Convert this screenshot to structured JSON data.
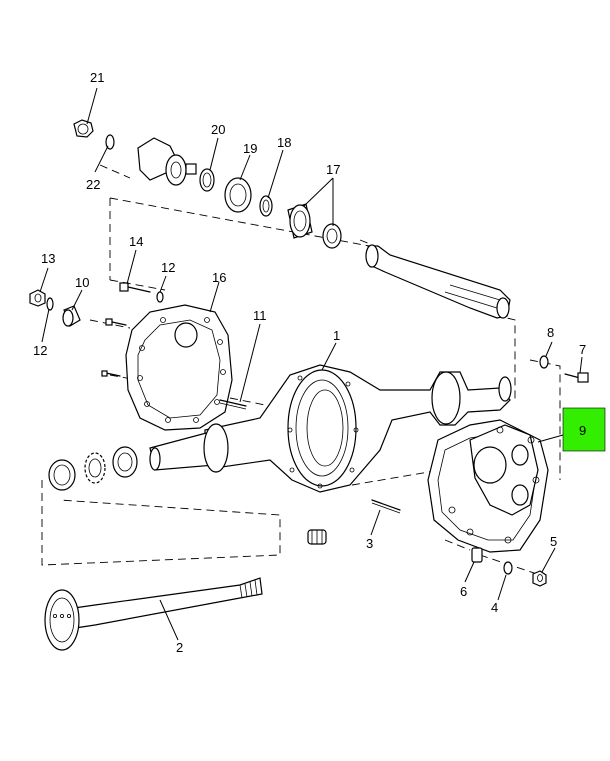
{
  "highlight_color": "#33ee00",
  "callouts": {
    "c1": "1",
    "c2": "2",
    "c3": "3",
    "c4": "4",
    "c5": "5",
    "c6": "6",
    "c7": "7",
    "c8": "8",
    "c9": "9",
    "c10": "10",
    "c11": "11",
    "c12a": "12",
    "c12b": "12",
    "c13": "13",
    "c14": "14",
    "c16": "16",
    "c17": "17",
    "c18": "18",
    "c19": "19",
    "c20": "20",
    "c21": "21",
    "c22": "22"
  }
}
